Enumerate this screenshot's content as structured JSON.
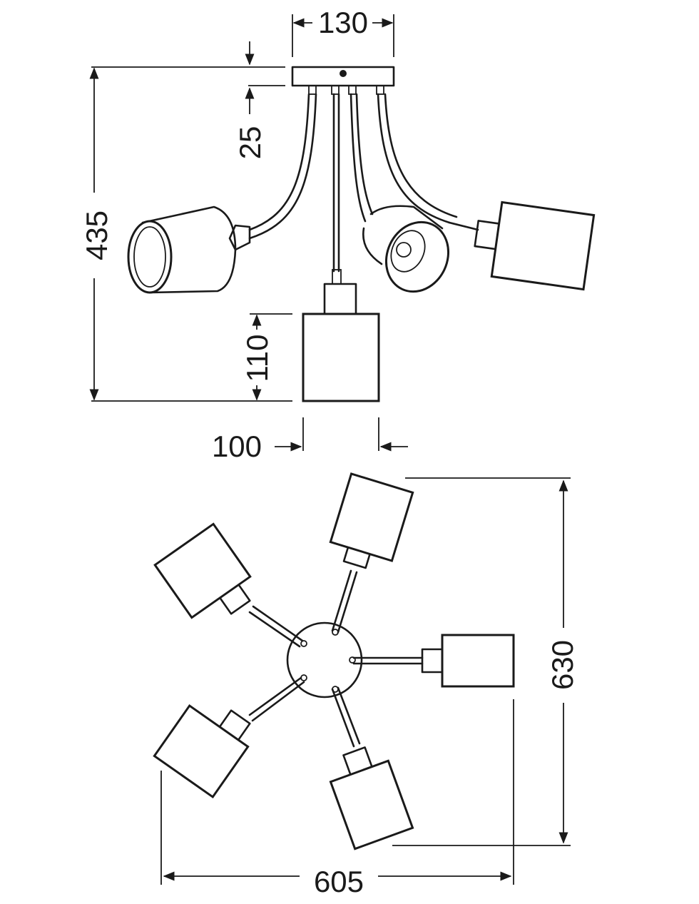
{
  "dimensions": {
    "canopy_width": "130",
    "canopy_height": "25",
    "total_height": "435",
    "shade_height": "110",
    "shade_width": "100",
    "overall_width": "605",
    "overall_depth": "630"
  }
}
